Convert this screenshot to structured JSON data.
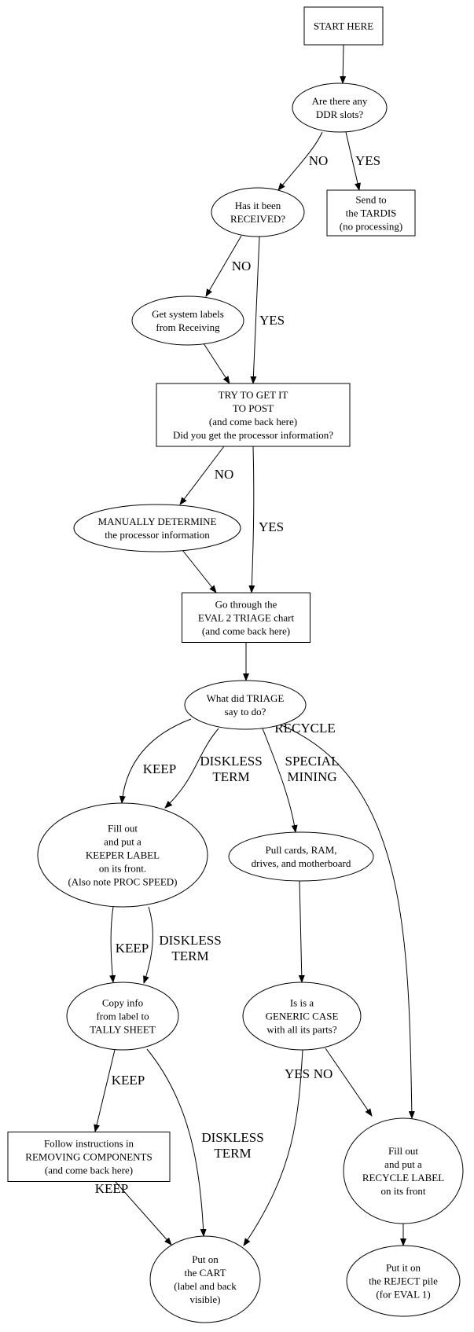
{
  "title": "EVAL flowchart",
  "nodes": {
    "start": {
      "shape": "box",
      "lines": [
        "START HERE"
      ]
    },
    "ddr": {
      "shape": "ellipse",
      "lines": [
        "Are there any",
        "DDR slots?"
      ]
    },
    "received": {
      "shape": "ellipse",
      "lines": [
        "Has it been",
        "RECEIVED?"
      ]
    },
    "tardis": {
      "shape": "box",
      "lines": [
        "Send to",
        "the TARDIS",
        "(no processing)"
      ]
    },
    "labels": {
      "shape": "ellipse",
      "lines": [
        "Get system labels",
        "from Receiving"
      ]
    },
    "post": {
      "shape": "box",
      "lines": [
        "TRY TO GET IT",
        "TO POST",
        "(and come back here)",
        "Did you get the processor information?"
      ]
    },
    "manual": {
      "shape": "ellipse",
      "lines": [
        "MANUALLY DETERMINE",
        "the processor information"
      ]
    },
    "triage_chart": {
      "shape": "box",
      "lines": [
        "Go through the",
        "EVAL 2 TRIAGE chart",
        "(and come back here)"
      ]
    },
    "triage": {
      "shape": "ellipse",
      "lines": [
        "What did TRIAGE",
        "say to do?"
      ]
    },
    "keeper": {
      "shape": "ellipse",
      "lines": [
        "Fill out",
        "and put a",
        "KEEPER LABEL",
        "on its front.",
        "(Also note PROC SPEED)"
      ]
    },
    "pull": {
      "shape": "ellipse",
      "lines": [
        "Pull cards, RAM,",
        "drives, and motherboard"
      ]
    },
    "tally": {
      "shape": "ellipse",
      "lines": [
        "Copy info",
        "from label to",
        "TALLY SHEET"
      ]
    },
    "generic": {
      "shape": "ellipse",
      "lines": [
        "Is is a",
        "GENERIC CASE",
        "with all its parts?"
      ]
    },
    "remove": {
      "shape": "box",
      "lines": [
        "Follow instructions in",
        "REMOVING COMPONENTS",
        "(and come back here)"
      ]
    },
    "recycle_label": {
      "shape": "ellipse",
      "lines": [
        "Fill out",
        "and put a",
        "RECYCLE LABEL",
        "on its front"
      ]
    },
    "cart": {
      "shape": "ellipse",
      "lines": [
        "Put on",
        "the CART",
        "(label and back",
        "visible)"
      ]
    },
    "reject": {
      "shape": "ellipse",
      "lines": [
        "Put it on",
        "the REJECT pile",
        "(for EVAL 1)"
      ]
    }
  },
  "edges": [
    {
      "from": "start",
      "to": "ddr",
      "label": []
    },
    {
      "from": "ddr",
      "to": "received",
      "label": [
        "NO"
      ]
    },
    {
      "from": "ddr",
      "to": "tardis",
      "label": [
        "YES"
      ]
    },
    {
      "from": "received",
      "to": "labels",
      "label": [
        "NO"
      ]
    },
    {
      "from": "received",
      "to": "post",
      "label": [
        "YES"
      ]
    },
    {
      "from": "labels",
      "to": "post",
      "label": []
    },
    {
      "from": "post",
      "to": "manual",
      "label": [
        "NO"
      ]
    },
    {
      "from": "post",
      "to": "triage_chart",
      "label": [
        "YES"
      ]
    },
    {
      "from": "manual",
      "to": "triage_chart",
      "label": []
    },
    {
      "from": "triage_chart",
      "to": "triage",
      "label": []
    },
    {
      "from": "triage",
      "to": "keeper",
      "label": [
        "KEEP"
      ]
    },
    {
      "from": "triage",
      "to": "keeper",
      "label": [
        "DISKLESS",
        "TERM"
      ]
    },
    {
      "from": "triage",
      "to": "pull",
      "label": [
        "SPECIAL",
        "MINING"
      ]
    },
    {
      "from": "triage",
      "to": "recycle_label",
      "label": [
        "RECYCLE"
      ]
    },
    {
      "from": "keeper",
      "to": "tally",
      "label": [
        "KEEP"
      ]
    },
    {
      "from": "keeper",
      "to": "tally",
      "label": [
        "DISKLESS",
        "TERM"
      ]
    },
    {
      "from": "pull",
      "to": "generic",
      "label": []
    },
    {
      "from": "tally",
      "to": "remove",
      "label": [
        "KEEP"
      ]
    },
    {
      "from": "tally",
      "to": "cart",
      "label": [
        "DISKLESS",
        "TERM"
      ]
    },
    {
      "from": "generic",
      "to": "cart",
      "label": [
        "YES"
      ]
    },
    {
      "from": "generic",
      "to": "recycle_label",
      "label": [
        "NO"
      ]
    },
    {
      "from": "remove",
      "to": "cart",
      "label": [
        "KEEP"
      ]
    },
    {
      "from": "recycle_label",
      "to": "reject",
      "label": []
    }
  ]
}
